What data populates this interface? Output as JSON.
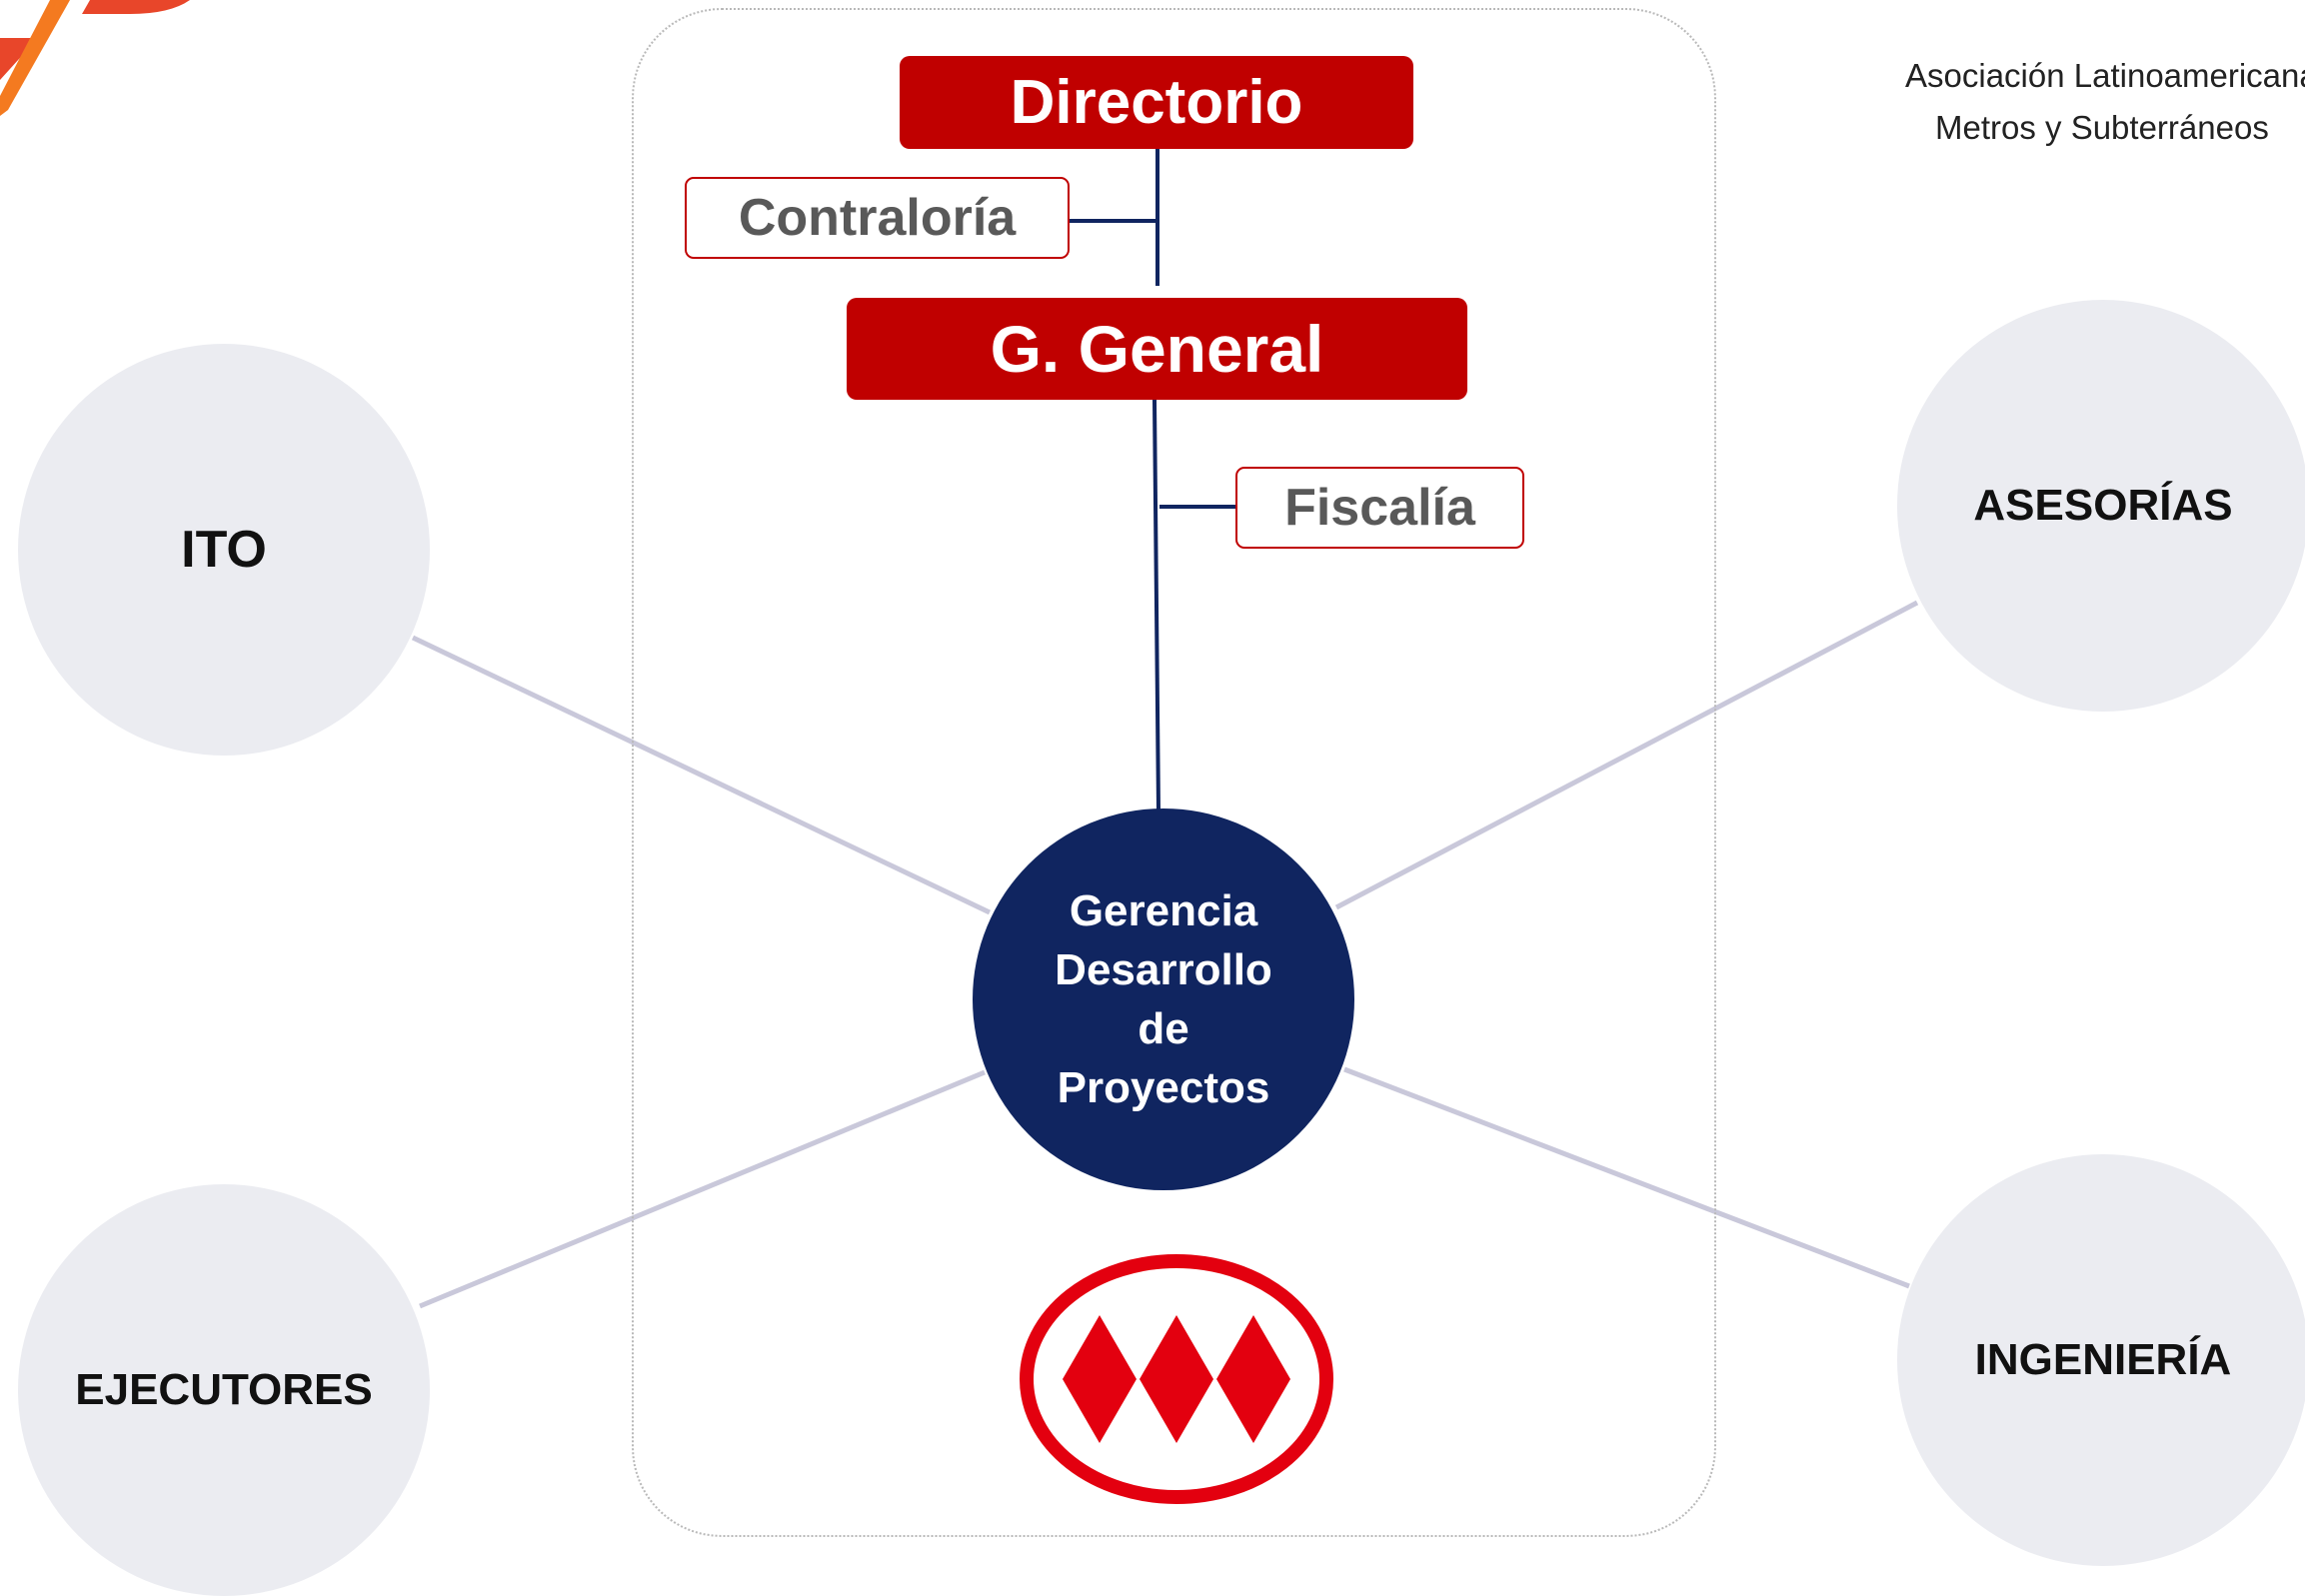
{
  "header": {
    "org_line1": "Asociación Latinoamericana de",
    "org_line2": "Metros y Subterráneos"
  },
  "orgchart": {
    "directorio": "Directorio",
    "contraloria": "Contraloría",
    "gerente_general": "G. General",
    "fiscalia": "Fiscalía",
    "center_lines": [
      "Gerencia",
      "Desarrollo",
      "de",
      "Proyectos"
    ]
  },
  "satellites": {
    "ito": "ITO",
    "asesorias": "ASESORÍAS",
    "ejecutores": "EJECUTORES",
    "ingenieria": "INGENIERÍA"
  },
  "colors": {
    "brand_red": "#c00000",
    "navy": "#102560",
    "bubble_gray": "#ebecf1",
    "connector_gray": "#c9c8da",
    "accent_orange": "#f26a1b"
  },
  "icons": [
    "metro-santiago-logo",
    "corner-accent-logo"
  ]
}
